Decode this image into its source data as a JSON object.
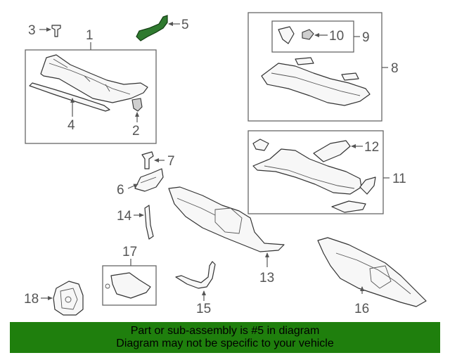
{
  "callouts": {
    "c1": "1",
    "c2": "2",
    "c3": "3",
    "c4": "4",
    "c5": "5",
    "c6": "6",
    "c7": "7",
    "c8": "8",
    "c9": "9",
    "c10": "10",
    "c11": "11",
    "c12": "12",
    "c13": "13",
    "c14": "14",
    "c15": "15",
    "c16": "16",
    "c17": "17",
    "c18": "18"
  },
  "banner": {
    "line1": "Part or sub-assembly is #5 in diagram",
    "line2": "Diagram may not be specific to your vehicle"
  },
  "colors": {
    "highlight_part": "#2f7a2f",
    "banner_background": "#1f7f0d"
  }
}
